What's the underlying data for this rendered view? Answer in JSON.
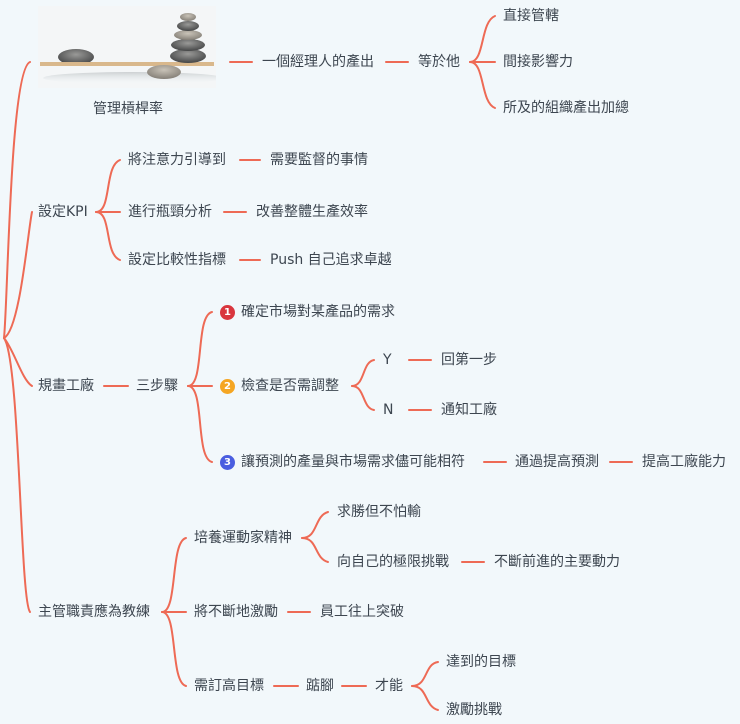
{
  "colors": {
    "background": "#f2f8fb",
    "connector": "#ee6a55",
    "text": "#3d4650",
    "badge_1": "#d9363e",
    "badge_2": "#f5a623",
    "badge_3": "#4a5ee0"
  },
  "branches": {
    "leverage": {
      "image_icon": "balance-stones-image",
      "label": "管理槓桿率",
      "child": "一個經理人的產出",
      "grandchild": "等於他",
      "leaves": [
        "直接管轄",
        "間接影響力",
        "所及的組織產出加總"
      ]
    },
    "kpi": {
      "label": "設定KPI",
      "items": [
        {
          "label": "將注意力引導到",
          "child": "需要監督的事情"
        },
        {
          "label": "進行瓶頸分析",
          "child": "改善整體生產效率"
        },
        {
          "label": "設定比較性指標",
          "child": "Push 自己追求卓越"
        }
      ]
    },
    "factory": {
      "label": "規畫工廠",
      "child": "三步驟",
      "steps": [
        {
          "badge": "1",
          "label": "確定市場對某產品的需求"
        },
        {
          "badge": "2",
          "label": "檢查是否需調整",
          "options": [
            {
              "label": "Y",
              "child": "回第一步"
            },
            {
              "label": "N",
              "child": "通知工廠"
            }
          ]
        },
        {
          "badge": "3",
          "label": "讓預測的產量與市場需求儘可能相符",
          "child": "通過提高預測",
          "grandchild": "提高工廠能力"
        }
      ]
    },
    "coach": {
      "label": "主管職責應為教練",
      "items": [
        {
          "label": "培養運動家精神",
          "children": [
            {
              "label": "求勝但不怕輸"
            },
            {
              "label": "向自己的極限挑戰",
              "child": "不斷前進的主要動力"
            }
          ]
        },
        {
          "label": "將不斷地激勵",
          "child": "員工往上突破"
        },
        {
          "label": "需訂高目標",
          "child": "踮腳",
          "grandchild": "才能",
          "leaves": [
            "達到的目標",
            "激勵挑戰"
          ]
        }
      ]
    }
  }
}
